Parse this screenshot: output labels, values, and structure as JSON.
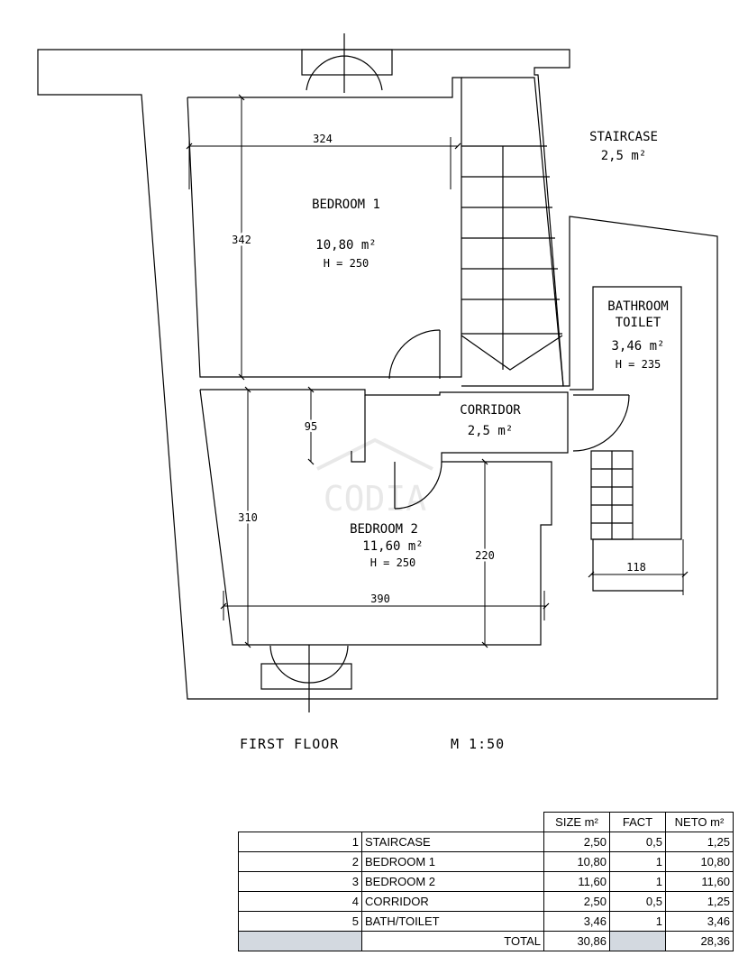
{
  "plan": {
    "rooms": [
      {
        "name": "STAIRCASE",
        "area": "2,5 m²"
      },
      {
        "name": "BEDROOM 1",
        "area": "10,80 m²",
        "height": "H = 250"
      },
      {
        "name": "BATHROOM",
        "name2": "TOILET",
        "area": "3,46 m²",
        "height": "H = 235"
      },
      {
        "name": "CORRIDOR",
        "area": "2,5 m²"
      },
      {
        "name": "BEDROOM 2",
        "area": "11,60 m²",
        "height": "H = 250"
      }
    ],
    "dimensions": [
      "324",
      "342",
      "95",
      "310",
      "220",
      "390",
      "118"
    ],
    "watermark": "CODIA"
  },
  "caption": {
    "floor": "FIRST FLOOR",
    "scale": "M 1:50"
  },
  "table": {
    "headers": {
      "size": "SIZE m²",
      "fact": "FACT",
      "neto": "NETO m²"
    },
    "rows": [
      {
        "no": "1",
        "name": "STAIRCASE",
        "size": "2,50",
        "fact": "0,5",
        "neto": "1,25"
      },
      {
        "no": "2",
        "name": "BEDROOM 1",
        "size": "10,80",
        "fact": "1",
        "neto": "10,80"
      },
      {
        "no": "3",
        "name": "BEDROOM 2",
        "size": "11,60",
        "fact": "1",
        "neto": "11,60"
      },
      {
        "no": "4",
        "name": "CORRIDOR",
        "size": "2,50",
        "fact": "0,5",
        "neto": "1,25"
      },
      {
        "no": "5",
        "name": "BATH/TOILET",
        "size": "3,46",
        "fact": "1",
        "neto": "3,46"
      }
    ],
    "total": {
      "label": "TOTAL",
      "size": "30,86",
      "neto": "28,36"
    }
  }
}
